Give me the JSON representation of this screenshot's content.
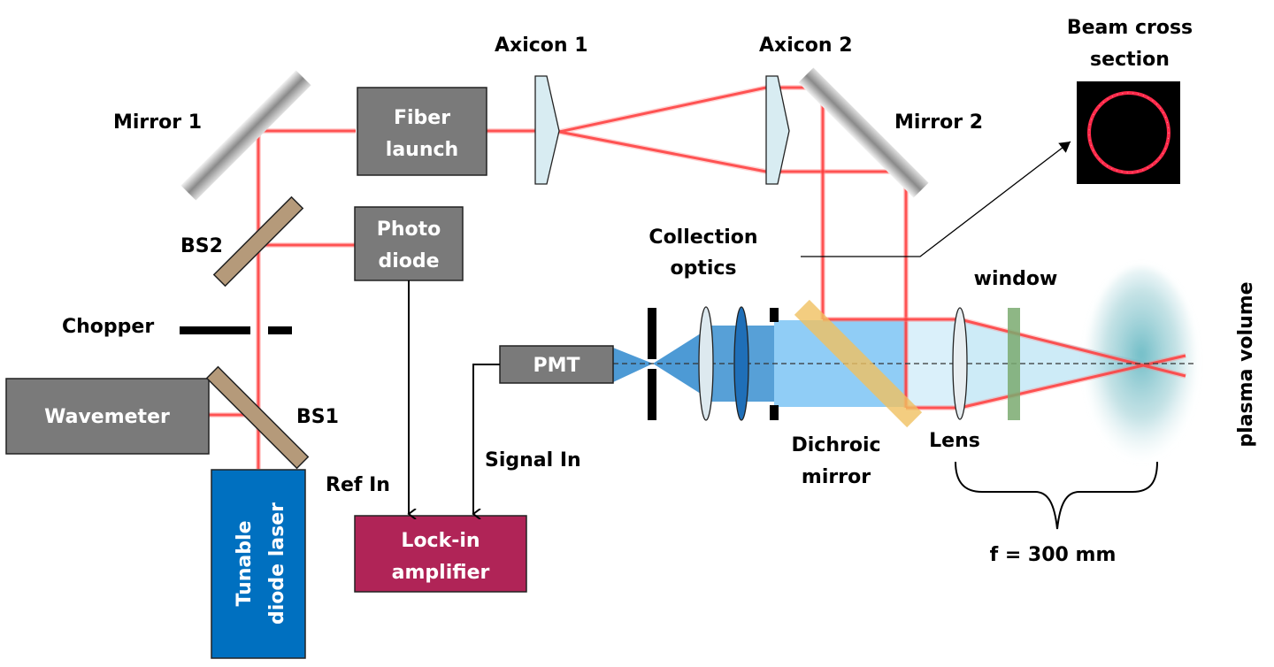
{
  "title": "Two-photon laser induced fluorescence optical setup",
  "colors": {
    "beam": "#ff3b3b",
    "device_box": "#7a7a7a",
    "laser_box": "#0070c0",
    "lockin_box": "#b02457",
    "beamsplitter": "#b59a7a",
    "dichroic": "#f0c060",
    "window": "#7aaa70",
    "collection_light": "#3a8fd0",
    "plasma": "#5fb5c0"
  },
  "components": {
    "mirror1": "Mirror 1",
    "mirror2": "Mirror 2",
    "bs1": "BS1",
    "bs2": "BS2",
    "chopper": "Chopper",
    "wavemeter": "Wavemeter",
    "laser_line1": "Tunable",
    "laser_line2": "diode laser",
    "fiber_line1": "Fiber",
    "fiber_line2": "launch",
    "photodiode_line1": "Photo",
    "photodiode_line2": "diode",
    "axicon1": "Axicon 1",
    "axicon2": "Axicon 2",
    "pmt": "PMT",
    "lockin_line1": "Lock-in",
    "lockin_line2": "amplifier",
    "collection_line1": "Collection",
    "collection_line2": "optics",
    "dichroic_line1": "Dichroic",
    "dichroic_line2": "mirror",
    "lens": "Lens",
    "window": "window",
    "plasma": "plasma volume",
    "beam_cs_line1": "Beam cross",
    "beam_cs_line2": "section"
  },
  "signals": {
    "ref_in": "Ref In",
    "signal_in": "Signal In"
  },
  "focal_length": "f = 300 mm"
}
